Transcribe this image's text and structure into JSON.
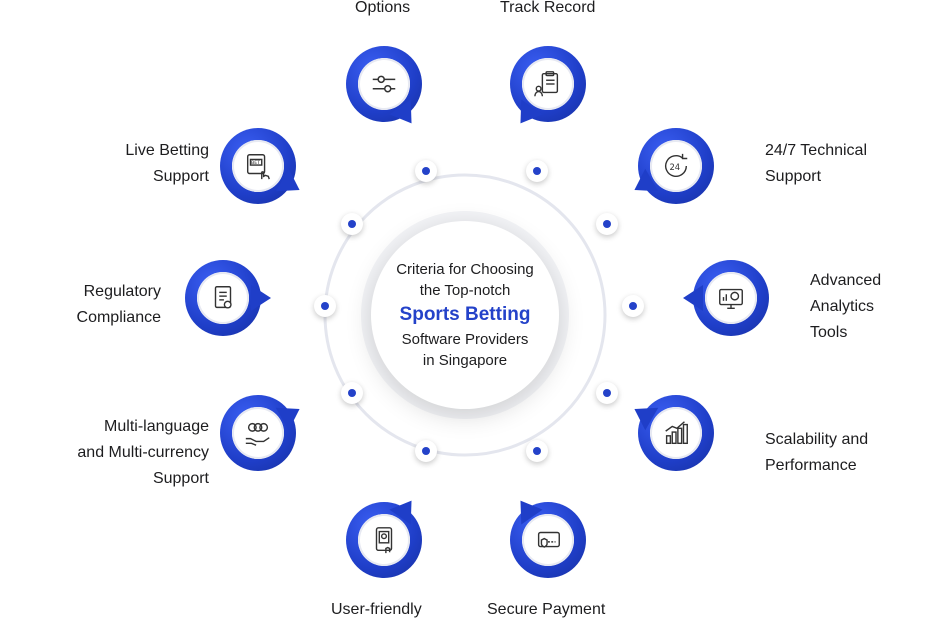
{
  "center": {
    "line1": "Criteria for Choosing",
    "line2": "the Top-notch",
    "highlight": "Sports Betting",
    "line3": "Software Providers",
    "line4": "in Singapore"
  },
  "items": [
    {
      "id": "options",
      "icon": "sliders-icon",
      "lines": [
        "Options"
      ]
    },
    {
      "id": "track-record",
      "icon": "clipboard-icon",
      "lines": [
        "Track Record"
      ]
    },
    {
      "id": "technical-support",
      "icon": "24-7-support-icon",
      "lines": [
        "24/7 Technical",
        "Support"
      ]
    },
    {
      "id": "analytics",
      "icon": "analytics-monitor-icon",
      "lines": [
        "Advanced",
        "Analytics",
        "Tools"
      ]
    },
    {
      "id": "scalability",
      "icon": "growth-chart-icon",
      "lines": [
        "Scalability and",
        "Performance"
      ]
    },
    {
      "id": "secure-payment",
      "icon": "secure-card-icon",
      "lines": [
        "Secure Payment"
      ]
    },
    {
      "id": "user-friendly",
      "icon": "touch-tablet-icon",
      "lines": [
        "User-friendly"
      ]
    },
    {
      "id": "multi-currency",
      "icon": "coins-hand-icon",
      "lines": [
        "Multi-language",
        "and Multi-currency",
        "Support"
      ]
    },
    {
      "id": "regulatory",
      "icon": "compliance-document-icon",
      "lines": [
        "Regulatory",
        "Compliance"
      ]
    },
    {
      "id": "live-betting",
      "icon": "bet-tap-icon",
      "lines": [
        "Live Betting",
        "Support"
      ]
    }
  ],
  "colors": {
    "accent": "#2442c9",
    "ring": "#e4e6ee",
    "text": "#1d1d1f"
  }
}
